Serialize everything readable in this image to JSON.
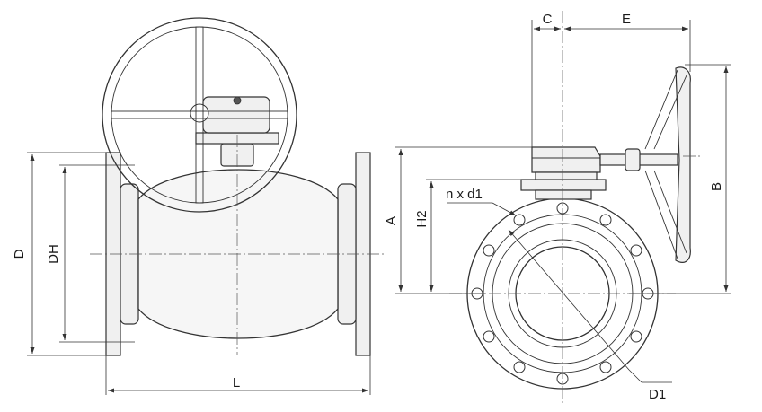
{
  "labels": {
    "L": "L",
    "D": "D",
    "DH": "DH",
    "A": "A",
    "H2": "H2",
    "B": "B",
    "C": "C",
    "E": "E",
    "D1": "D1",
    "bolts": "n x d1"
  }
}
